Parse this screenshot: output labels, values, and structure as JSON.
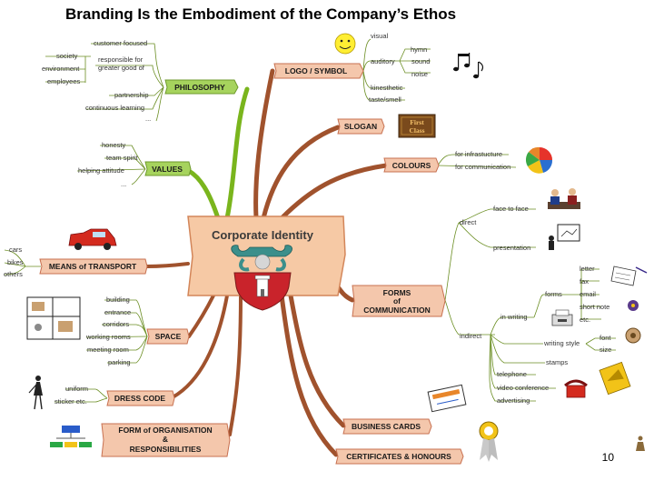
{
  "title": "Branding Is the Embodiment of the Company’s Ethos",
  "page_number": "10",
  "center": {
    "label": "Corporate Identity"
  },
  "nodes": {
    "philosophy": {
      "label": "PHILOSOPHY",
      "items": [
        "society",
        "environment",
        "employees",
        "customer focused",
        "responsible for",
        "greater good of",
        "partnership",
        "continuous learning",
        "..."
      ]
    },
    "values": {
      "label": "VALUES",
      "items": [
        "honesty",
        "team spirit",
        "helping attitude",
        "..."
      ]
    },
    "means_of_transport": {
      "label": "MEANS of TRANSPORT",
      "items": [
        "cars",
        "bikes",
        "others"
      ]
    },
    "space": {
      "label": "SPACE",
      "items": [
        "building",
        "entrance",
        "corridors",
        "working rooms",
        "meeting room",
        "parking"
      ]
    },
    "dress_code": {
      "label": "DRESS CODE",
      "items": [
        "uniform",
        "sticker etc."
      ]
    },
    "form_of_organisation": {
      "line1": "FORM of ORGANISATION",
      "line2": "&",
      "line3": "RESPONSIBILITIES"
    },
    "logo_symbol": {
      "label": "LOGO / SYMBOL",
      "items": [
        "visual",
        "auditory",
        "hymn",
        "sound",
        "noise",
        "kinesthetic",
        "taste/smell"
      ]
    },
    "slogan": {
      "label": "SLOGAN",
      "badge_line1": "First",
      "badge_line2": "Class"
    },
    "colours": {
      "label": "COLOURS",
      "items": [
        "for infrastucture",
        "for communication"
      ]
    },
    "forms_of_communication": {
      "line1": "FORMS",
      "line2": "of",
      "line3": "COMMUNICATION",
      "direct": "direct",
      "face_to_face": "face to face",
      "presentation": "presentation",
      "indirect": "indirect",
      "in_writing": "in writing",
      "forms": "forms",
      "forms_items": [
        "letter",
        "fax",
        "email",
        "short note",
        "etc."
      ],
      "writing_style": "writing style",
      "writing_style_items": [
        "font",
        "size"
      ],
      "stamps": "stamps",
      "telephone": "telephone",
      "video_conference": "video conference",
      "advertising": "advertising"
    },
    "business_cards": {
      "label": "BUSINESS CARDS"
    },
    "certificates": {
      "label": "CERTIFICATES & HONOURS"
    }
  },
  "colors": {
    "box_fill": "#f4c7ac",
    "box_border": "#c77050",
    "philosophy_fill": "#a6d35d",
    "values_fill": "#a6d35d",
    "branch_green": "#7ab51d",
    "branch_brown": "#a0522d",
    "center_fill": "#f6c9a5"
  }
}
